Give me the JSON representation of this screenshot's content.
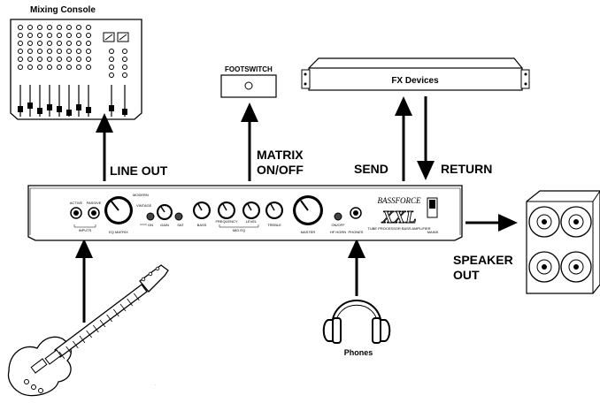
{
  "labels": {
    "mixing_console": "Mixing Console",
    "footswitch": "FOOTSWITCH",
    "fx_devices": "FX Devices",
    "line_out": "LINE OUT",
    "matrix_line1": "MATRIX",
    "matrix_line2": "ON/OFF",
    "send": "SEND",
    "return": "RETURN",
    "speaker_line1": "SPEAKER",
    "speaker_line2": "OUT",
    "phones": "Phones"
  },
  "amp_panel": {
    "logo_word": "BASSFORCE",
    "logo_model": "XXL",
    "logo_tagline": "TUBE PROCESSOR BASS AMPLIFIER",
    "input_jack_1": "ACTIVE",
    "input_jack_2": "PASSIVE",
    "inputs": "INPUTS",
    "eq_matrix": "EQ MATRIX",
    "eq_matrix_marks": [
      "MODERN",
      "VINTAGE"
    ],
    "on": "ON",
    "gain": "GAIN",
    "saturation": "SAT",
    "bass": "BASS",
    "mid_eq": "MID EQ",
    "mid_freq": "FREQUENCY",
    "mid_level": "LEVEL",
    "treble": "TREBLE",
    "master": "MASTER",
    "on_off": "ON/OFF",
    "hf_horn": "HF HORN",
    "phones": "PHONES",
    "mains": "MAINS"
  }
}
